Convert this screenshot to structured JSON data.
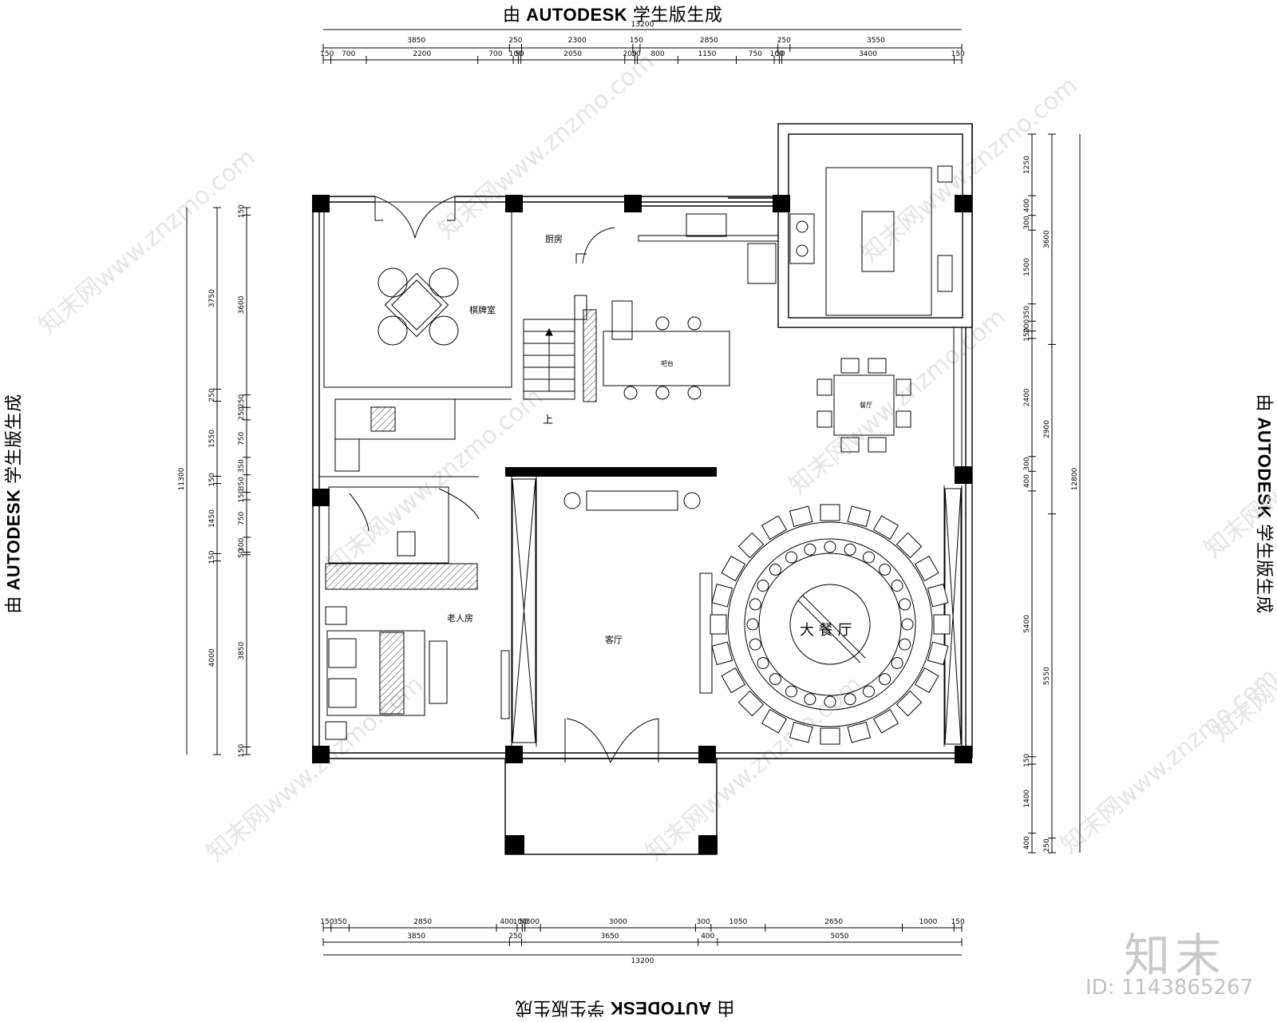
{
  "stamp": {
    "prefix": "由",
    "brand": "AUTODESK",
    "suffix": "学生版生成"
  },
  "dimensions": {
    "top_total": "13200",
    "top_row1": [
      "3850",
      "250",
      "2300",
      "150",
      "2850",
      "250",
      "3550"
    ],
    "top_row2": [
      "150",
      "700",
      "2200",
      "700",
      "100",
      "50",
      "2050",
      "200",
      "50",
      "800",
      "1150",
      "750",
      "100",
      "50",
      "3400",
      "150"
    ],
    "bottom_row1": [
      "150",
      "350",
      "2850",
      "400",
      "100",
      "50",
      "300",
      "3000",
      "300",
      "1050",
      "2650",
      "1000",
      "150"
    ],
    "bottom_row2": [
      "3850",
      "250",
      "3650",
      "400",
      "5050"
    ],
    "bottom_total": "13200",
    "left_outer": "11300",
    "left_mid": [
      "3750",
      "250",
      "1550",
      "150",
      "1450",
      "150",
      "4000"
    ],
    "left_inner": [
      "150",
      "3600",
      "250",
      "250",
      "750",
      "350",
      "350",
      "150",
      "750",
      "300",
      "50",
      "3850",
      "150"
    ],
    "right_outer": "12800",
    "right_mid": [
      "3600",
      "2900",
      "5550",
      "250"
    ],
    "right_inner": [
      "1250",
      "400",
      "300",
      "1500",
      "350",
      "200",
      "150",
      "2400",
      "300",
      "400",
      "5400",
      "150",
      "1400",
      "400"
    ]
  },
  "rooms": {
    "chess_room": "棋牌室",
    "kitchen": "厨房",
    "bar": "吧台",
    "dining": "餐厅",
    "elder_room": "老人房",
    "living": "客厅",
    "banquet": "大 餐 厅",
    "stair_up": "上"
  },
  "watermark": {
    "text": "知末网www.znzmo.com",
    "brand": "知末",
    "id": "ID: 1143865267"
  }
}
